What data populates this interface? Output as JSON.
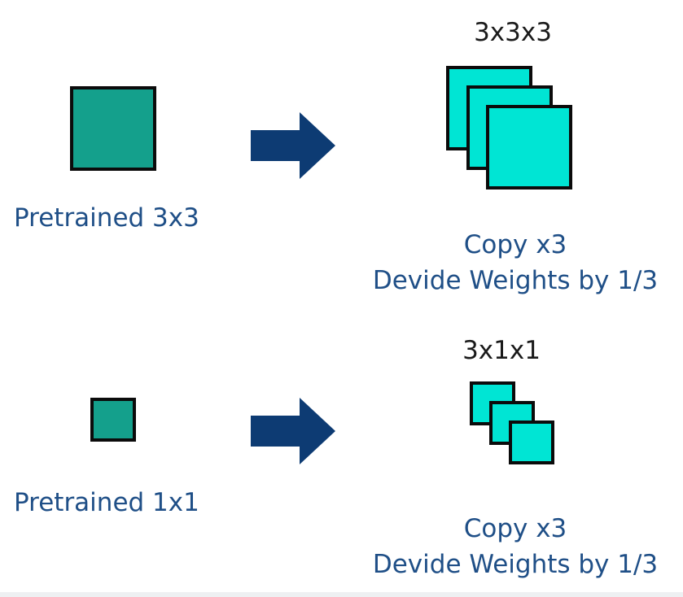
{
  "colors": {
    "pretrained_fill": "#14a08c",
    "copy_fill": "#00e5d4",
    "arrow": "#0d3b73",
    "label_text": "#1f4f87",
    "header_text": "#1a1a1a",
    "border": "#0b0b0b"
  },
  "rows": [
    {
      "source_label": "Pretrained 3x3",
      "header": "3x3x3",
      "note_line1": "Copy x3",
      "note_line2": "Devide Weights by 1/3"
    },
    {
      "source_label": "Pretrained 1x1",
      "header": "3x1x1",
      "note_line1": "Copy x3",
      "note_line2": "Devide Weights by 1/3"
    }
  ]
}
